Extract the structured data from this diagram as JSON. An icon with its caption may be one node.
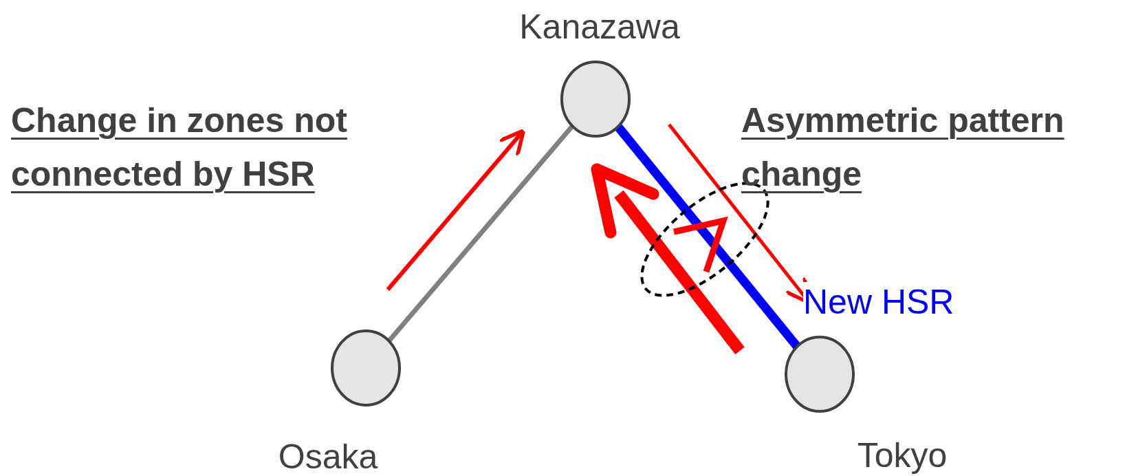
{
  "diagram": {
    "nodes": [
      {
        "text": [
          "Kanazawa"
        ]
      },
      {
        "text": [
          "Osaka"
        ]
      },
      {
        "text": [
          "Tokyo"
        ]
      }
    ],
    "edges": [
      {
        "from": 1,
        "to": 0,
        "arrow": "none",
        "color": "#808080"
      },
      {
        "from": 0,
        "to": 2,
        "arrow": "none",
        "style": "thick",
        "color": "#0000ff",
        "label": "New HSR"
      }
    ],
    "labels": [
      "Change in zones not connected by HSR",
      "Asymmetric pattern change"
    ]
  }
}
